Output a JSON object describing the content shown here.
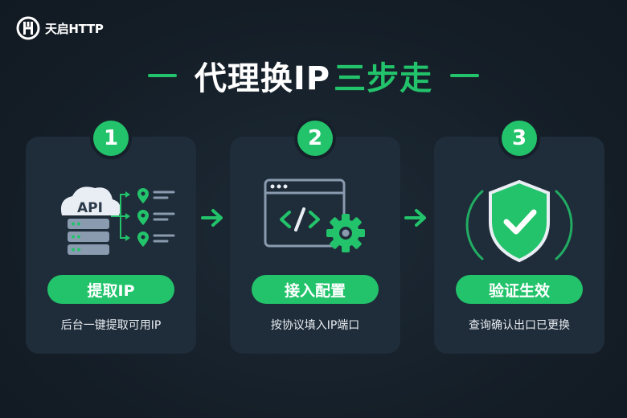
{
  "brand": {
    "name": "天启HTTP",
    "icon": "tianqi-logo-icon",
    "accent": "#22c36b"
  },
  "title": {
    "part1": "代理换IP",
    "part2": "三步走"
  },
  "steps": [
    {
      "number": "1",
      "icon": "api-server-icon",
      "api_label": "API",
      "button": "提取IP",
      "description": "后台一键提取可用IP"
    },
    {
      "number": "2",
      "icon": "code-window-gear-icon",
      "button": "接入配置",
      "description": "按协议填入IP端口"
    },
    {
      "number": "3",
      "icon": "shield-check-icon",
      "button": "验证生效",
      "description": "查询确认出口已更换"
    }
  ],
  "colors": {
    "background": "#16202a",
    "card": "#1f2c39",
    "green": "#22c36b",
    "steel": "#8a9bb0"
  }
}
